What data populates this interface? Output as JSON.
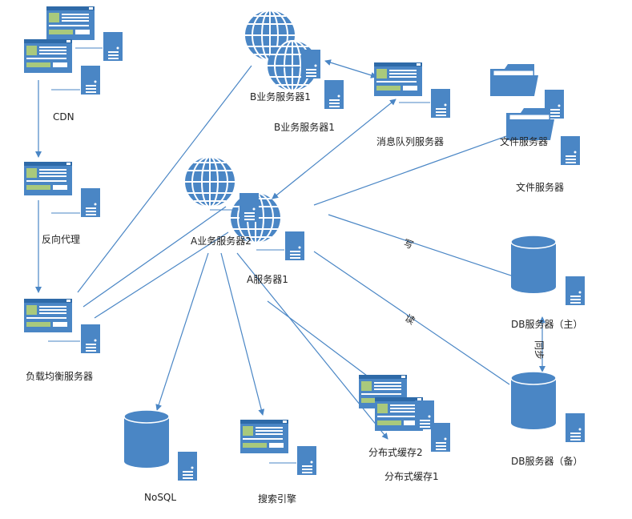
{
  "labels": {
    "cdn": "CDN",
    "reverse_proxy": "反向代理",
    "load_balancer": "负载均衡服务器",
    "b_server_1a": "B业务服务器1",
    "b_server_1b": "B业务服务器1",
    "mq_server": "消息队列服务器",
    "file_server_a": "文件服务器",
    "file_server_b": "文件服务器",
    "a_server_2": "A业务服务器2",
    "a_server_1": "A服务器1",
    "write": "写",
    "read": "读",
    "sync": "同步",
    "db_master": "DB服务器（主）",
    "db_slave": "DB服务器（备）",
    "nosql": "NoSQL",
    "search_engine": "搜索引擎",
    "dist_cache_2": "分布式缓存2",
    "dist_cache_1": "分布式缓存1"
  },
  "colors": {
    "primary": "#4a86c5",
    "dark": "#2e6aa8",
    "screen_green": "#a9c97c",
    "line": "#4a86c5"
  }
}
